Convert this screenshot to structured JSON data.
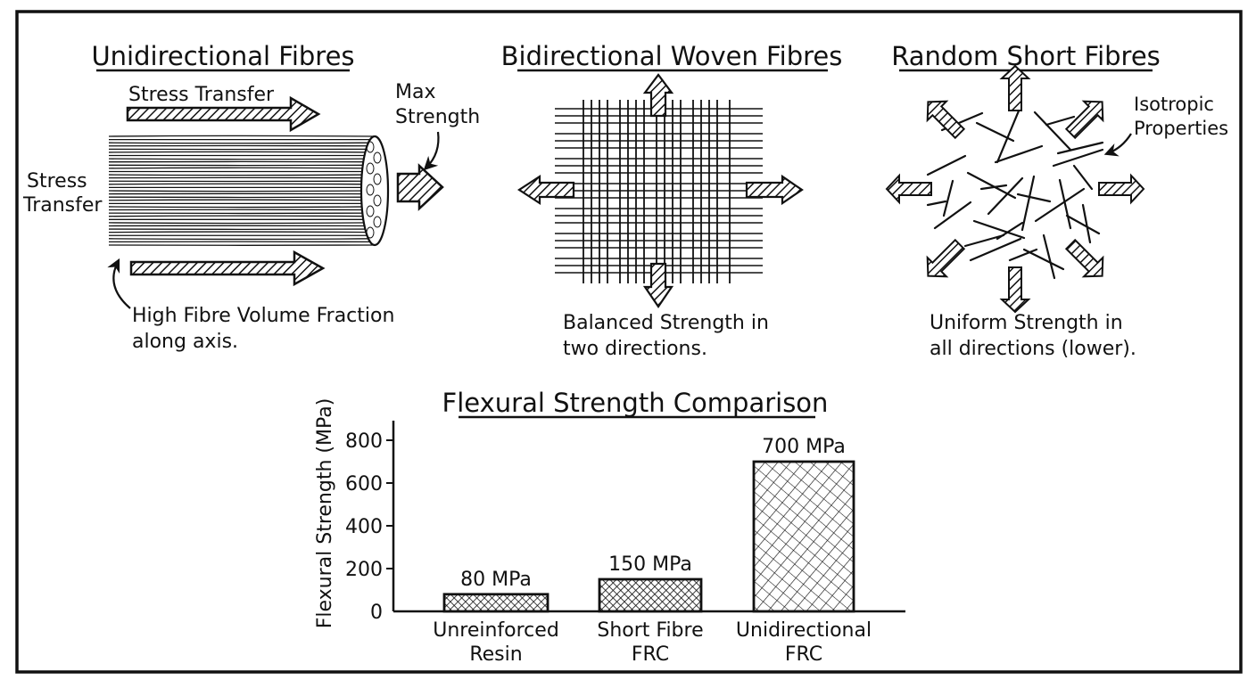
{
  "panels": [
    {
      "title": "Unidirectional Fibres",
      "label_stress_top": "Stress Transfer",
      "label_stress_left": [
        "Stress",
        "Transfer"
      ],
      "label_max_strength": [
        "Max",
        "Strength"
      ],
      "caption": [
        "High Fibre Volume Fraction",
        "along axis."
      ]
    },
    {
      "title": "Bidirectional Woven Fibres",
      "caption": [
        "Balanced Strength in",
        "two directions."
      ]
    },
    {
      "title": "Random Short Fibres",
      "label_isotropic": [
        "Isotropic",
        "Properties"
      ],
      "caption": [
        "Uniform Strength in",
        "all directions (lower)."
      ]
    }
  ],
  "colors": {
    "ink": "#111111",
    "background": "#ffffff"
  },
  "chart_data": {
    "type": "bar",
    "title": "Flexural Strength Comparison",
    "xlabel": "",
    "ylabel": "Flexural Strength (MPa)",
    "ylim": [
      0,
      900
    ],
    "yticks": [
      0,
      200,
      400,
      600,
      800
    ],
    "categories": [
      [
        "Unreinforced",
        "Resin"
      ],
      [
        "Short Fibre",
        "FRC"
      ],
      [
        "Unidirectional",
        "FRC"
      ]
    ],
    "values": [
      80,
      150,
      700
    ],
    "data_labels": [
      "80 MPa",
      "150 MPa",
      "700 MPa"
    ],
    "grid": false
  }
}
